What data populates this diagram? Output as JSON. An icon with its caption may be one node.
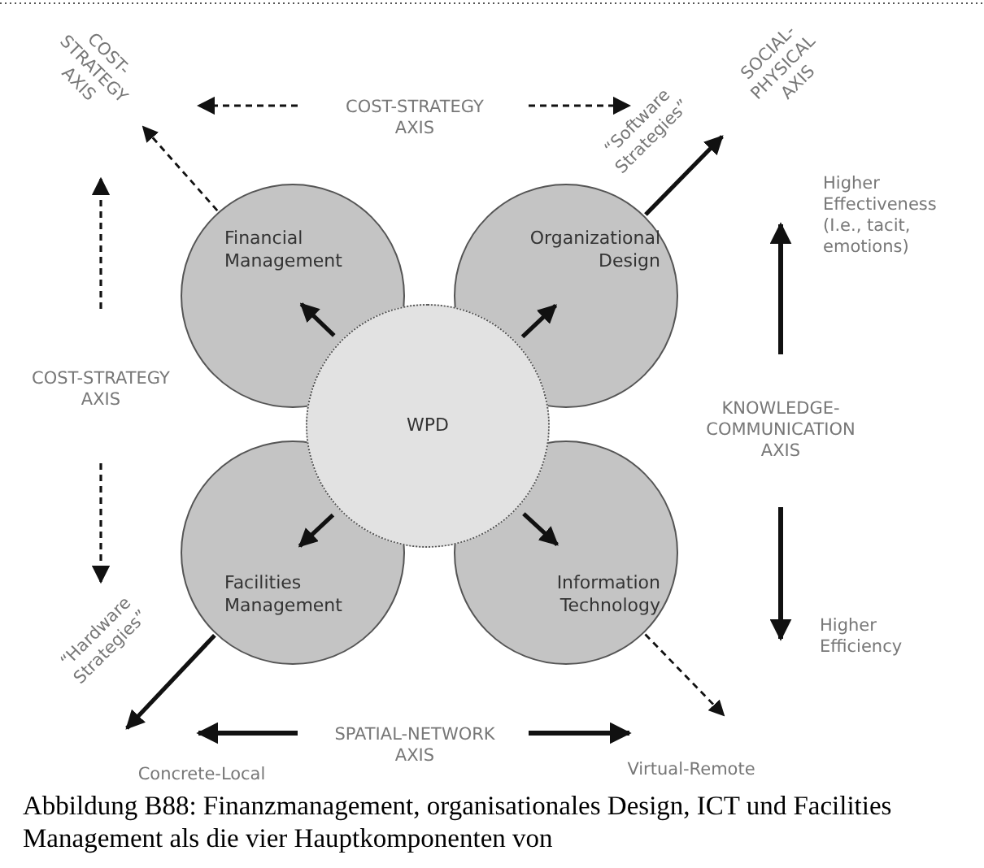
{
  "diagram": {
    "caption": "Abbildung B88: Finanzmanagement, organisationales Design, ICT und Facilities Management als die vier Hauptkomponenten von",
    "nodes": [
      {
        "text": [
          "WPD"
        ]
      },
      {
        "text": [
          "Financial Management"
        ]
      },
      {
        "text": [
          "Organizational Design"
        ]
      },
      {
        "text": [
          "Facilities Management"
        ]
      },
      {
        "text": [
          "Information Technology"
        ]
      }
    ],
    "edges": [
      {
        "from": 0,
        "to": 1,
        "arrow": "to"
      },
      {
        "from": 0,
        "to": 2,
        "arrow": "to"
      },
      {
        "from": 0,
        "to": 3,
        "arrow": "to"
      },
      {
        "from": 0,
        "to": 4,
        "arrow": "to"
      },
      {
        "from": 1,
        "to": null,
        "arrow": "to",
        "style": "dashed"
      },
      {
        "from": 2,
        "to": null,
        "arrow": "to"
      },
      {
        "from": 3,
        "to": null,
        "arrow": "to"
      },
      {
        "from": 4,
        "to": null,
        "arrow": "to",
        "style": "dashed"
      }
    ],
    "labels": [
      "COST-STRATEGY AXIS",
      "COST-STRATEGY AXIS",
      "SOCIAL-PHYSICAL AXIS",
      "“Software Strategies”",
      "Higher Effectiveness (I.e., tacit, emotions)",
      "COST-STRATEGY AXIS",
      "KNOWLEDGE-COMMUNICATION AXIS",
      "Higher Efficiency",
      "“Hardware Strategies”",
      "SPATIAL-NETWORK AXIS",
      "Concrete-Local",
      "Virtual-Remote"
    ]
  }
}
